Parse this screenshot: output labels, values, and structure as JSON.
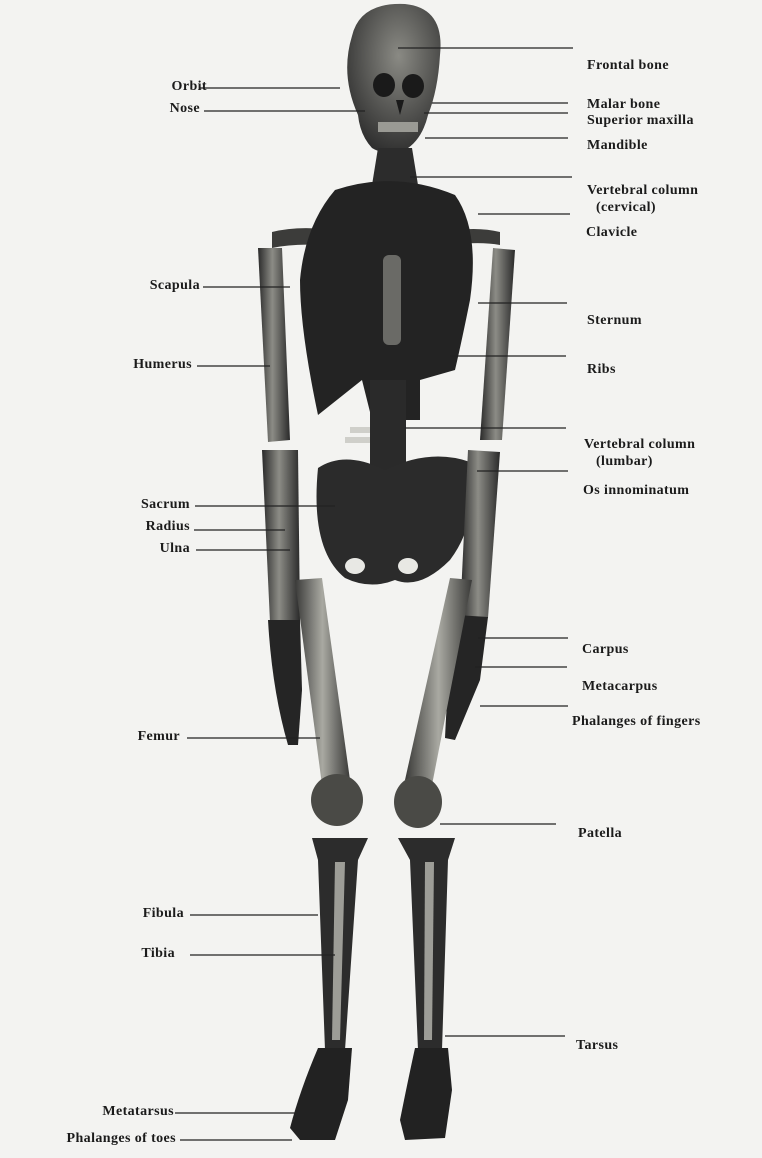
{
  "figure": {
    "labels_left": [
      {
        "id": "orbit",
        "text": "Orbit"
      },
      {
        "id": "nose",
        "text": "Nose"
      },
      {
        "id": "scapula",
        "text": "Scapula"
      },
      {
        "id": "humerus",
        "text": "Humerus"
      },
      {
        "id": "sacrum",
        "text": "Sacrum"
      },
      {
        "id": "radius",
        "text": "Radius"
      },
      {
        "id": "ulna",
        "text": "Ulna"
      },
      {
        "id": "femur",
        "text": "Femur"
      },
      {
        "id": "fibula",
        "text": "Fibula"
      },
      {
        "id": "tibia",
        "text": "Tibia"
      },
      {
        "id": "metatarsus",
        "text": "Metatarsus"
      },
      {
        "id": "phalanges-toes",
        "text": "Phalanges of toes"
      }
    ],
    "labels_right": [
      {
        "id": "frontal-bone",
        "text": "Frontal bone"
      },
      {
        "id": "malar-bone",
        "text": "Malar bone"
      },
      {
        "id": "superior-maxilla",
        "text": "Superior maxilla"
      },
      {
        "id": "mandible",
        "text": "Mandible"
      },
      {
        "id": "vertebral-cervical-1",
        "text": "Vertebral column"
      },
      {
        "id": "vertebral-cervical-2",
        "text": "(cervical)"
      },
      {
        "id": "clavicle",
        "text": "Clavicle"
      },
      {
        "id": "sternum",
        "text": "Sternum"
      },
      {
        "id": "ribs",
        "text": "Ribs"
      },
      {
        "id": "vertebral-lumbar-1",
        "text": "Vertebral column"
      },
      {
        "id": "vertebral-lumbar-2",
        "text": "(lumbar)"
      },
      {
        "id": "os-innominatum",
        "text": "Os innominatum"
      },
      {
        "id": "carpus",
        "text": "Carpus"
      },
      {
        "id": "metacarpus",
        "text": "Metacarpus"
      },
      {
        "id": "phalanges-fingers",
        "text": "Phalanges of fingers"
      },
      {
        "id": "patella",
        "text": "Patella"
      },
      {
        "id": "tarsus",
        "text": "Tarsus"
      }
    ]
  }
}
